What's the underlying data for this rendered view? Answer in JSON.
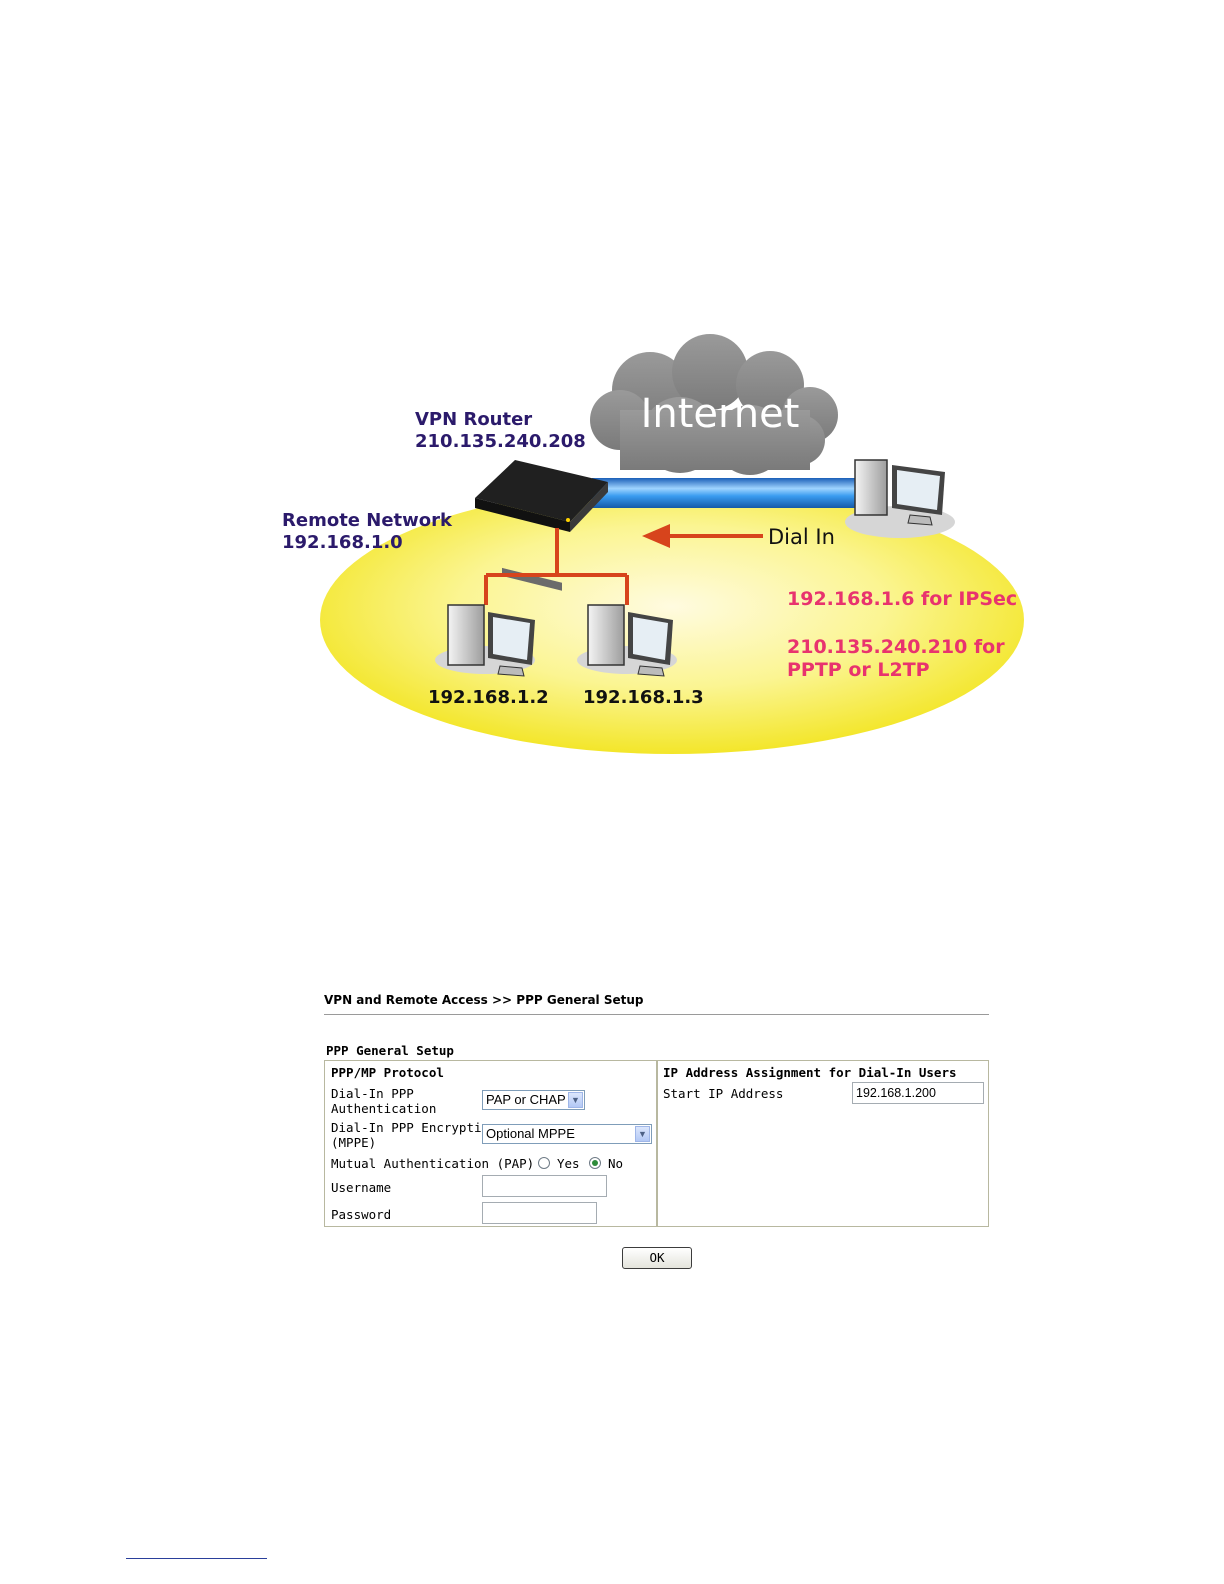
{
  "diagram": {
    "internet_label": "Internet",
    "router_title": "VPN Router",
    "router_ip": "210.135.240.208",
    "remote_network_title": "Remote Network",
    "remote_network_ip": "192.168.1.0",
    "dial_in_label": "Dial In",
    "ipsec_note": "192.168.1.6 for IPSec",
    "pptp_note_line1": "210.135.240.210 for",
    "pptp_note_line2": "PPTP or L2TP",
    "host_1_ip": "192.168.1.2",
    "host_2_ip": "192.168.1.3",
    "colors": {
      "title_purple": "#2b1a6b",
      "note_pink": "#e8336e",
      "link_red": "#d7441c",
      "tunnel_blue": "#2f8fe0",
      "ellipse_yellow": "#f7ef2a"
    }
  },
  "ui": {
    "breadcrumb": "VPN and Remote Access >> PPP General Setup",
    "section_title": "PPP General Setup",
    "left_panel": {
      "title": "PPP/MP Protocol",
      "auth_label_line1": "Dial-In PPP",
      "auth_label_line2": "Authentication",
      "auth_value": "PAP or CHAP",
      "enc_label_line1": "Dial-In PPP Encryption",
      "enc_label_line2": "(MPPE)",
      "enc_value": "Optional MPPE",
      "mutual_label": "Mutual Authentication (PAP)",
      "yes_label": "Yes",
      "no_label": "No",
      "mutual_selected": "No",
      "username_label": "Username",
      "username_value": "",
      "password_label": "Password",
      "password_value": ""
    },
    "right_panel": {
      "title": "IP Address Assignment for Dial-In Users",
      "start_ip_label": "Start IP Address",
      "start_ip_value": "192.168.1.200"
    },
    "ok_label": "OK"
  }
}
